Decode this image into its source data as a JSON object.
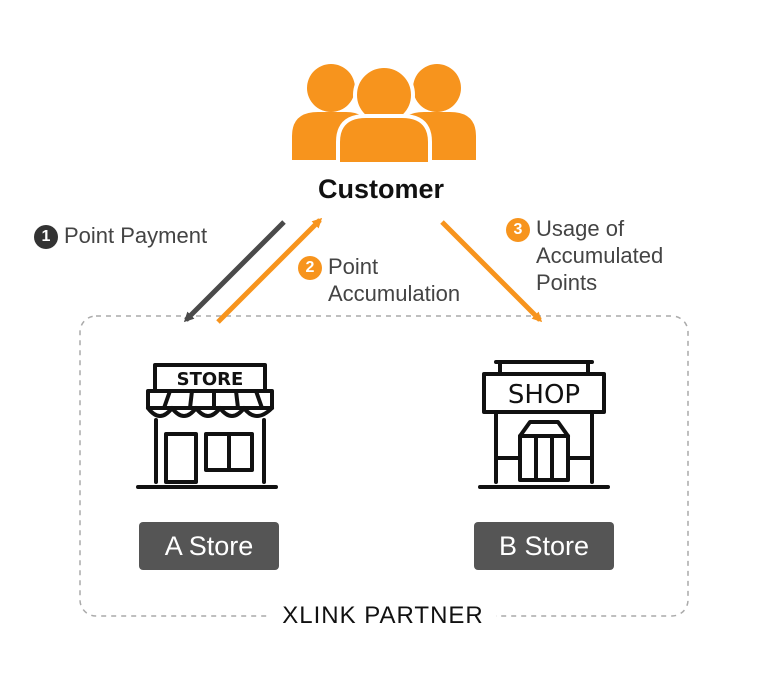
{
  "customer": {
    "label": "Customer",
    "icon": "people-group-icon",
    "color": "#f7941d"
  },
  "steps": [
    {
      "number": "1",
      "text": "Point Payment",
      "color": "#333333"
    },
    {
      "number": "2",
      "line1": "Point",
      "line2": "Accumulation",
      "color": "#f7941d"
    },
    {
      "number": "3",
      "line1": "Usage of",
      "line2": "Accumulated",
      "line3": "Points",
      "color": "#f7941d"
    }
  ],
  "stores": [
    {
      "sign": "STORE",
      "label": "A Store",
      "icon": "store-icon"
    },
    {
      "sign": "SHOP",
      "label": "B Store",
      "icon": "shop-icon"
    }
  ],
  "partner": {
    "label": "XLINK PARTNER"
  }
}
